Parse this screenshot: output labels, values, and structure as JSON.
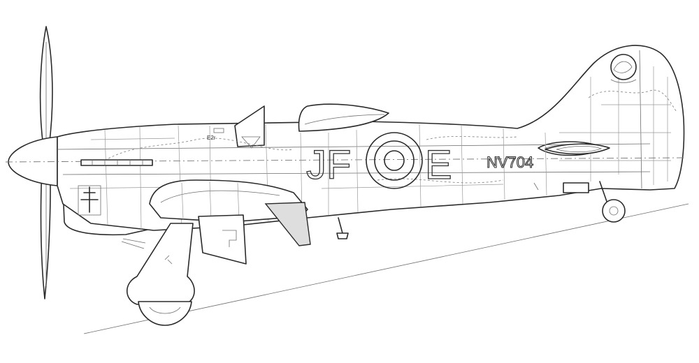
{
  "aircraft": {
    "code_left": "JF",
    "code_right": "E",
    "serial": "NV704",
    "small_marking": "E2r"
  }
}
